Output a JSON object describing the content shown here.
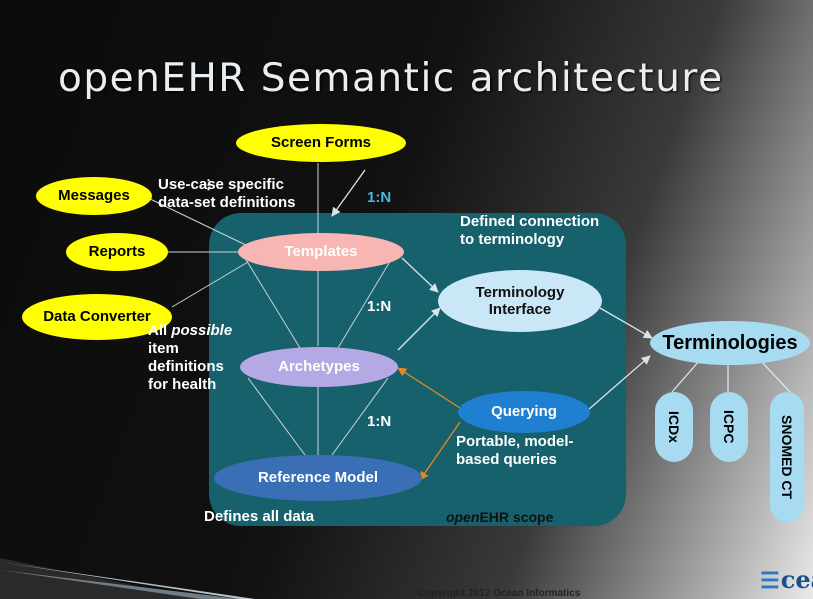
{
  "slide": {
    "title": "openEHR Semantic architecture"
  },
  "left_inputs": {
    "screen_forms": "Screen Forms",
    "messages": "Messages",
    "reports": "Reports",
    "data_converter": "Data Converter"
  },
  "core": {
    "templates": "Templates",
    "archetypes": "Archetypes",
    "reference_model": "Reference Model",
    "terminology_interface_line1": "Terminology",
    "terminology_interface_line2": "Interface",
    "querying": "Querying"
  },
  "terminologies": {
    "label": "Terminologies",
    "items": [
      "ICDx",
      "ICPC",
      "SNOMED CT"
    ]
  },
  "annotations": {
    "use_case_line1": "Use-case specific",
    "use_case_line2": "data-set definitions",
    "defined_connection_line1": "Defined connection",
    "defined_connection_line2": "to terminology",
    "all_possible_prefix": "All",
    "all_possible_italic": "possible",
    "all_possible_line2": "item",
    "all_possible_line3": "definitions",
    "all_possible_line4": "for health",
    "portable_line1": "Portable, model-",
    "portable_line2": "based queries",
    "defines_all": "Defines all data",
    "ellipsis": "⋮",
    "ratio_top": "1:N",
    "ratio_mid": "1:N",
    "ratio_low": "1:N"
  },
  "scope": {
    "italic": "open",
    "rest": "EHR scope"
  },
  "footer": {
    "copyright": "Copyright 2012 Ocean Informatics",
    "logo_text": "cean"
  },
  "colors": {
    "scope_box": "#17616d",
    "yellow_node": "#ffff00",
    "templates": "#f7b5b3",
    "archetypes": "#b4a9e4",
    "reference_model": "#3a6fb5",
    "querying": "#1f7fd0",
    "terminology_interface": "#c9e7f7",
    "terminologies": "#a6dbf2",
    "connector": "#d9e4ea",
    "query_arrow": "#e58a1f",
    "ratio_top": "#49b6e6"
  }
}
